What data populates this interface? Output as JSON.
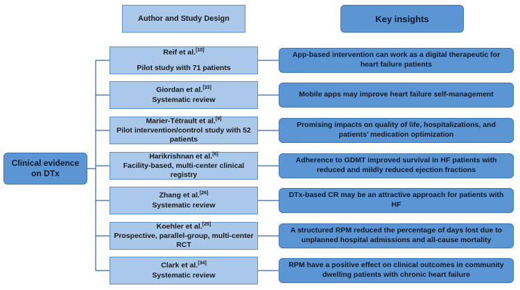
{
  "headers": {
    "left": "Author and Study Design",
    "right": "Key insights"
  },
  "root": {
    "label": "Clinical evidence on DTx"
  },
  "rows": [
    {
      "author": "Reif et al.",
      "ref": "[10]",
      "design": "Pilot study with 71 patients",
      "insight": "App-based intervention can work as a digital therapeutic for heart failure patients"
    },
    {
      "author": "Giordan et al.",
      "ref": "[33]",
      "design": "Systematic review",
      "insight": "Mobile apps may improve heart failure self-management"
    },
    {
      "author": "Marier-Tétrault et al.",
      "ref": "[9]",
      "design": "Pilot intervention/control study with 52 patients",
      "insight": "Promising impacts on quality of life, hospitalizations, and patients’ medication optimization"
    },
    {
      "author": "Harikrishnan et al.",
      "ref": "[6]",
      "design": "Facility-based, multi-center clinical registry",
      "insight": "Adherence to GDMT improved survival in HF patients with reduced and mildly reduced ejection fractions"
    },
    {
      "author": "Zhang et al.",
      "ref": "[26]",
      "design": "Systematic review",
      "insight": "DTx-based CR may be an attractive approach for patients with HF"
    },
    {
      "author": "Koehler et al.",
      "ref": "[25]",
      "design": "Prospective, parallel-group, multi-center RCT",
      "insight": "A structured RPM reduced the percentage of days lost due to unplanned hospital admissions and all-cause mortality"
    },
    {
      "author": "Clark et al.",
      "ref": "[34]",
      "design": "Systematic review",
      "insight": "RPM have a positive effect on clinical outcomes in community dwelling patients with chronic heart failure"
    }
  ],
  "colors": {
    "light_box": "#a9c8ea",
    "dark_box": "#5b95d4",
    "connector": "#2f63a6"
  }
}
